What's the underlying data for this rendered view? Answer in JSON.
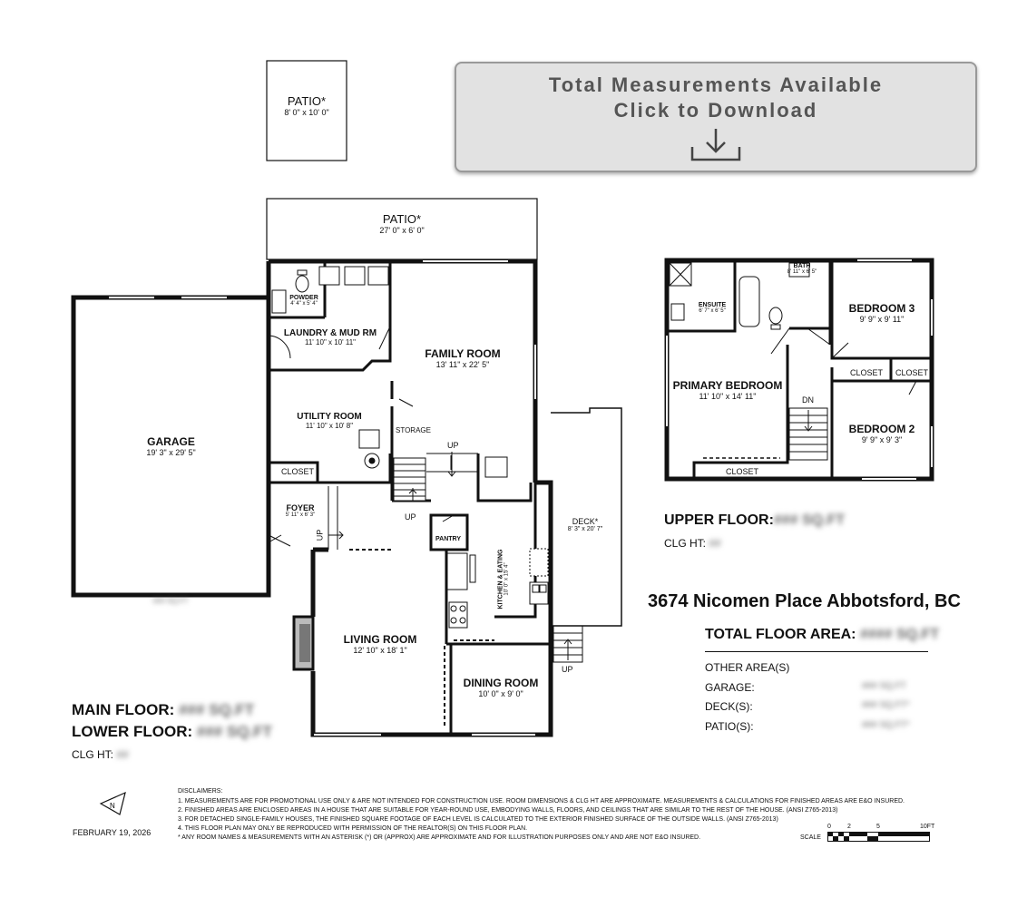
{
  "download": {
    "line1": "Total Measurements Available",
    "line2": "Click to Download"
  },
  "rooms": {
    "patio_small": {
      "name": "PATIO*",
      "dim": "8' 0\" x 10' 0\""
    },
    "patio_large": {
      "name": "PATIO*",
      "dim": "27' 0\" x 6' 0\""
    },
    "powder": {
      "name": "POWDER",
      "dim": "4' 4\" x 5' 4\""
    },
    "laundry": {
      "name": "LAUNDRY & MUD RM",
      "dim": "11' 10\" x 10' 11\""
    },
    "family": {
      "name": "FAMILY ROOM",
      "dim": "13' 11\" x 22' 5\""
    },
    "garage": {
      "name": "GARAGE",
      "dim": "19' 3\" x 29' 5\""
    },
    "utility": {
      "name": "UTILITY ROOM",
      "dim": "11' 10\" x 10' 8\""
    },
    "storage": {
      "name": "STORAGE"
    },
    "closet_main": {
      "name": "CLOSET"
    },
    "foyer": {
      "name": "FOYER",
      "dim": "5' 11\" x 6' 3\""
    },
    "pantry": {
      "name": "PANTRY"
    },
    "kitchen": {
      "name": "KITCHEN & EATING",
      "dim": "10' 0\" x 15' 4\""
    },
    "deck": {
      "name": "DECK*",
      "dim": "8' 3\" x 20' 7\""
    },
    "living": {
      "name": "LIVING ROOM",
      "dim": "12' 10\" x 18' 1\""
    },
    "dining": {
      "name": "DINING ROOM",
      "dim": "10' 0\" x 9' 0\""
    },
    "ensuite": {
      "name": "ENSUITE",
      "dim": "6' 7\" x 6' 5\""
    },
    "bath": {
      "name": "BATH",
      "dim": "8' 11\" x 6' 5\""
    },
    "bedroom3": {
      "name": "BEDROOM 3",
      "dim": "9' 9\" x 9' 11\""
    },
    "primary": {
      "name": "PRIMARY BEDROOM",
      "dim": "11' 10\" x 14' 11\""
    },
    "closet_up1": {
      "name": "CLOSET"
    },
    "closet_up2": {
      "name": "CLOSET"
    },
    "closet_up3": {
      "name": "CLOSET"
    },
    "bedroom2": {
      "name": "BEDROOM 2",
      "dim": "9' 9\" x 9' 3\""
    }
  },
  "stairs": {
    "up": "UP",
    "dn": "DN"
  },
  "upper": {
    "label": "UPPER FLOOR:",
    "value": "### SQ.FT",
    "clg_label": "CLG HT:",
    "clg_value": "##"
  },
  "address": "3674 Nicomen Place Abbotsford, BC",
  "totals": {
    "label": "TOTAL FLOOR AREA:",
    "value": "#### SQ.FT",
    "other": "OTHER AREA(S)",
    "garage": "GARAGE:",
    "garage_value": "### SQ.FT",
    "deck": "DECK(S):",
    "deck_value": "### SQ.FT*",
    "patio": "PATIO(S):",
    "patio_value": "### SQ.FT*"
  },
  "garage_sub": "### SQ.FT",
  "main": {
    "label": "MAIN FLOOR:",
    "value": "### SQ.FT",
    "lower_label": "LOWER FLOOR:",
    "lower_value": "### SQ.FT",
    "clg_label": "CLG HT:",
    "clg_value": "##"
  },
  "north": "N",
  "date": "FEBRUARY 19, 2026",
  "disclaimers": [
    "DISCLAIMERS:",
    "1. MEASUREMENTS ARE FOR PROMOTIONAL USE ONLY & ARE NOT INTENDED FOR CONSTRUCTION USE. ROOM DIMENSIONS & CLG HT ARE APPROXIMATE. MEASUREMENTS & CALCULATIONS FOR FINISHED AREAS ARE E&O INSURED.",
    "2. FINISHED AREAS ARE ENCLOSED AREAS IN A HOUSE THAT ARE SUITABLE FOR YEAR-ROUND USE, EMBODYING WALLS, FLOORS, AND CEILINGS THAT ARE SIMILAR TO THE REST OF THE HOUSE. (ANSI Z765-2013)",
    "3. FOR DETACHED SINGLE-FAMILY HOUSES, THE FINISHED SQUARE FOOTAGE OF EACH LEVEL IS CALCULATED TO THE EXTERIOR FINISHED SURFACE OF THE OUTSIDE WALLS. (ANSI Z765-2013)",
    "4. THIS FLOOR PLAN MAY ONLY BE REPRODUCED WITH PERMISSION OF THE REALTOR(S) ON THIS FLOOR PLAN.",
    "* ANY ROOM NAMES & MEASUREMENTS WITH AN ASTERISK (*) OR (APPROX) ARE APPROXIMATE AND FOR ILLUSTRATION PURPOSES ONLY AND ARE NOT E&O INSURED."
  ],
  "scale": {
    "label": "SCALE",
    "t0": "0",
    "t2": "2",
    "t5": "5",
    "t10": "10FT"
  }
}
